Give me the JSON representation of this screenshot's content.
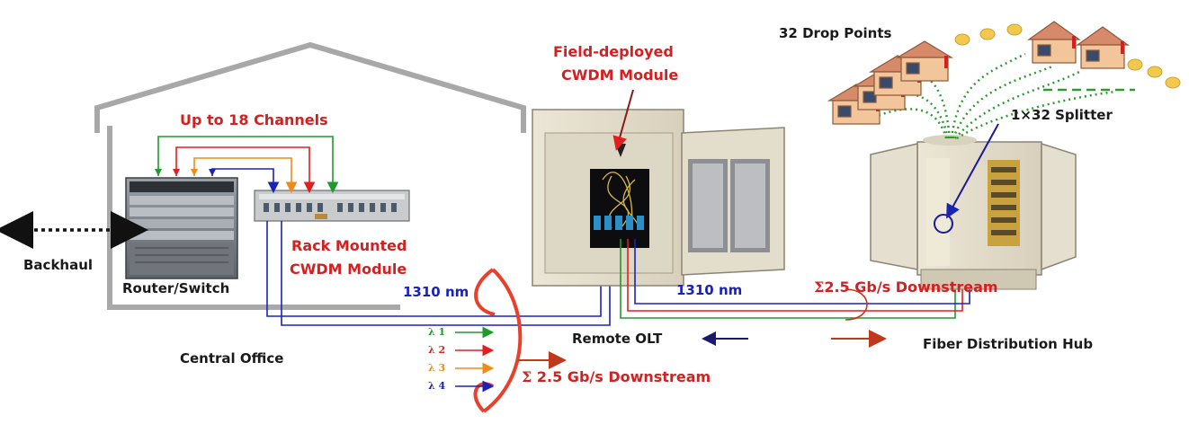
{
  "labels": {
    "drop_points": "32 Drop Points",
    "splitter": "1×32 Splitter",
    "field_module_line1": "Field-deployed",
    "field_module_line2": "CWDM Module",
    "channels": "Up to 18 Channels",
    "backhaul": "Backhaul",
    "rack_module_line1": "Rack Mounted",
    "rack_module_line2": "CWDM Module",
    "router": "Router/Switch",
    "nm_left": "1310 nm",
    "nm_right": "1310 nm",
    "downstream_right": "2.5 Gb/s Downstream",
    "downstream_bottom": "2.5 Gb/s Downstream",
    "sigma": "Σ",
    "remote_olt": "Remote OLT",
    "fiber_hub": "Fiber Distribution Hub",
    "central_office": "Central Office",
    "lambdas": [
      "λ 1",
      "λ 2",
      "λ 3",
      "λ 4"
    ]
  },
  "colors": {
    "lambda1": "#1e9a2a",
    "lambda2": "#e02020",
    "lambda3": "#f08a1a",
    "lambda4": "#1a23b8",
    "drop_fiber": "#2e9a30",
    "accent_red": "#d42020",
    "accent_blue": "#1a23b8",
    "downstream_arrow": "#c0391b"
  }
}
